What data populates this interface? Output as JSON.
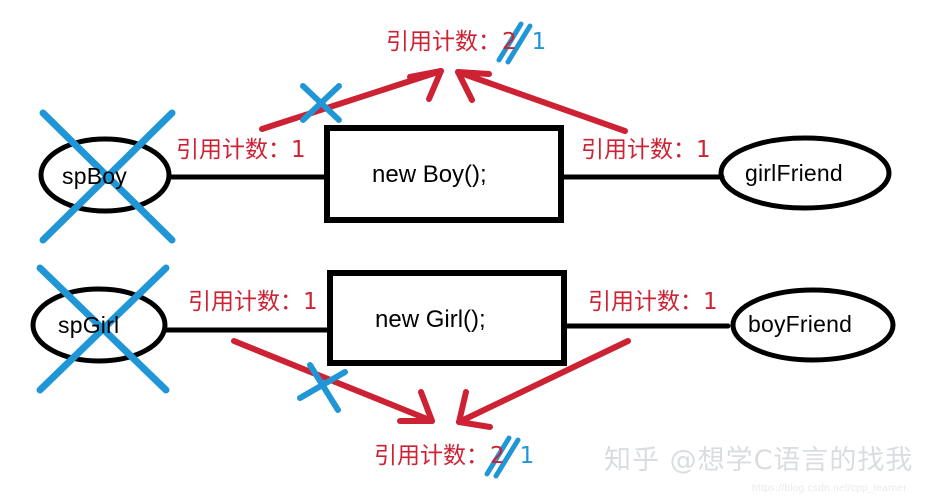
{
  "diagram": {
    "title": "shared_ptr circular reference diagram",
    "colors": {
      "black": "#000000",
      "red": "#cc2233",
      "blue": "#2196d6",
      "white": "#ffffff",
      "watermark": "#d9dde1"
    },
    "nodes": [
      {
        "id": "spBoy",
        "label": "spBoy",
        "shape": "ellipse",
        "crossed_out": true
      },
      {
        "id": "newBoy",
        "label": "new Boy();",
        "shape": "rectangle",
        "crossed_out": false
      },
      {
        "id": "girlFriend",
        "label": "girlFriend",
        "shape": "ellipse",
        "crossed_out": false
      },
      {
        "id": "spGirl",
        "label": "spGirl",
        "shape": "ellipse",
        "crossed_out": true
      },
      {
        "id": "newGirl",
        "label": "new Girl();",
        "shape": "rectangle",
        "crossed_out": false
      },
      {
        "id": "boyFriend",
        "label": "boyFriend",
        "shape": "ellipse",
        "crossed_out": false
      }
    ],
    "edge_labels": [
      {
        "id": "spboy-to-newboy",
        "prefix": "引用计数：",
        "value": "1",
        "crossed_out": false
      },
      {
        "id": "newboy-to-girl",
        "prefix": "引用计数：",
        "value": "1",
        "crossed_out": false
      },
      {
        "id": "spgirl-to-newgirl",
        "prefix": "引用计数：",
        "value": "1",
        "crossed_out": false
      },
      {
        "id": "newgirl-to-boy",
        "prefix": "引用计数：",
        "value": "1",
        "crossed_out": false
      }
    ],
    "count_callouts": [
      {
        "id": "boy-count",
        "prefix": "引用计数：",
        "old_value": "2",
        "new_value": "1",
        "old_struck_out": true
      },
      {
        "id": "girl-count",
        "prefix": "引用计数：",
        "old_value": "2",
        "new_value": "1",
        "old_struck_out": true
      }
    ],
    "annotations": {
      "blue_x_marks": 4,
      "red_arrows": 4
    }
  },
  "watermark": {
    "text": "知乎 @想学C语言的找我",
    "url": "https://blog.csdn.net/cpp_learner"
  }
}
